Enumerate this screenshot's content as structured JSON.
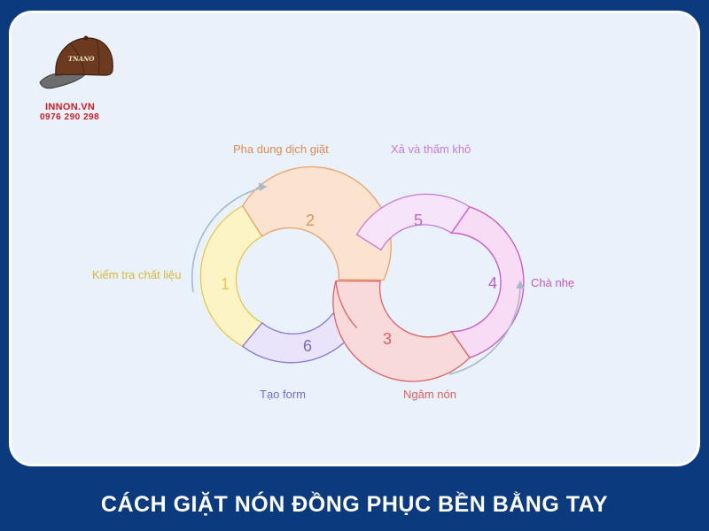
{
  "logo": {
    "cap_text": "TNANO",
    "brand": "INNON.VN",
    "phone": "0976 290 298"
  },
  "diagram": {
    "steps": [
      {
        "number": "1",
        "label": "Kiểm tra chất liệu",
        "color": "#e6c84a",
        "fill": "#fdf4c6"
      },
      {
        "number": "2",
        "label": "Pha dung dịch giặt",
        "color": "#e8a26a",
        "fill": "#fbe3cf"
      },
      {
        "number": "3",
        "label": "Ngâm nón",
        "color": "#de5f5f",
        "fill": "#f9dada"
      },
      {
        "number": "4",
        "label": "Chà nhẹ",
        "color": "#c756c4",
        "fill": "#f8dcf5"
      },
      {
        "number": "5",
        "label": "Xả và thấm khô",
        "color": "#c77ad8",
        "fill": "#f6e4fa"
      },
      {
        "number": "6",
        "label": "Tạo form",
        "color": "#8777d6",
        "fill": "#e9e4fa"
      }
    ]
  },
  "footer": {
    "title": "CÁCH GIẶT NÓN ĐỒNG PHỤC BỀN BẰNG TAY"
  }
}
